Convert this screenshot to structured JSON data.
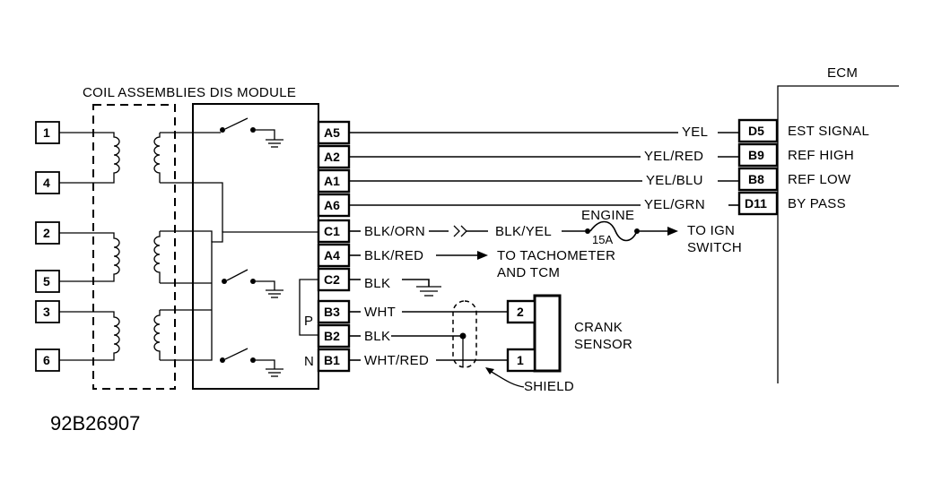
{
  "diagram": {
    "title_left": "COIL ASSEMBLIES DIS MODULE",
    "ecm_label": "ECM",
    "figure_id": "92B26907",
    "coil_terminals": [
      "1",
      "4",
      "2",
      "5",
      "3",
      "6"
    ],
    "module_pins": [
      "A5",
      "A2",
      "A1",
      "A6",
      "C1",
      "A4",
      "C2",
      "B3",
      "B2",
      "B1"
    ],
    "module_side_letters": {
      "p": "P",
      "n": "N"
    },
    "wire_colors": {
      "a5": "YEL",
      "a2": "YEL/RED",
      "a1": "YEL/BLU",
      "a6": "YEL/GRN",
      "c1_left": "BLK/ORN",
      "c1_right": "BLK/YEL",
      "a4": "BLK/RED",
      "c2": "BLK",
      "b3": "WHT",
      "b2": "BLK",
      "b1": "WHT/RED"
    },
    "ecm_pins": [
      "D5",
      "B9",
      "B8",
      "D11"
    ],
    "ecm_signals": [
      "EST SIGNAL",
      "REF HIGH",
      "REF LOW",
      "BY PASS"
    ],
    "fuse": {
      "name": "ENGINE",
      "rating": "15A"
    },
    "to_ign": [
      "TO IGN",
      "SWITCH"
    ],
    "to_tach": [
      "TO TACHOMETER",
      "AND TCM"
    ],
    "crank_sensor": {
      "label": [
        "CRANK",
        "SENSOR"
      ],
      "pins": [
        "2",
        "1"
      ]
    },
    "shield_label": "SHIELD"
  }
}
